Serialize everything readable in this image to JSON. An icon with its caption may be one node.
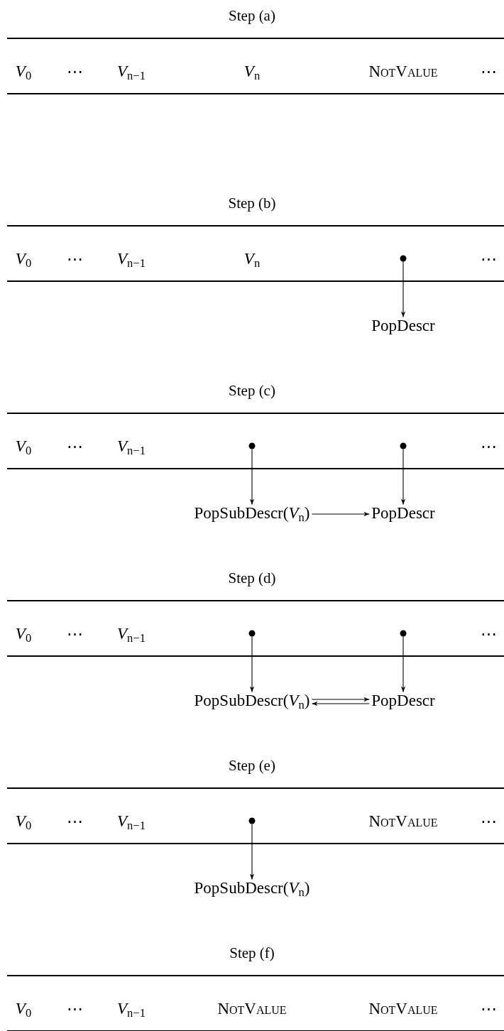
{
  "diagram": {
    "nodes": [
      {
        "text": [],
        "shape": "circle"
      },
      {
        "text": [
          "PopDescr"
        ]
      },
      {
        "text": [],
        "shape": "circle"
      },
      {
        "text": [],
        "shape": "circle"
      },
      {
        "text": [
          "PopSubDescr(*V*$_{n}$)"
        ]
      },
      {
        "text": [
          "PopDescr"
        ]
      },
      {
        "text": [],
        "shape": "circle"
      },
      {
        "text": [],
        "shape": "circle"
      },
      {
        "text": [
          "PopSubDescr(*V*$_{n}$)"
        ]
      },
      {
        "text": [
          "PopDescr"
        ]
      },
      {
        "text": [],
        "shape": "circle"
      },
      {
        "text": [
          "PopSubDescr(*V*$_{n}$)"
        ]
      }
    ],
    "edges": [
      {
        "from": 0,
        "to": 1,
        "arrow": "to"
      },
      {
        "from": 2,
        "to": 4,
        "arrow": "to"
      },
      {
        "from": 3,
        "to": 5,
        "arrow": "to"
      },
      {
        "from": 4,
        "to": 5,
        "arrow": "to"
      },
      {
        "from": 6,
        "to": 8,
        "arrow": "to"
      },
      {
        "from": 7,
        "to": 9,
        "arrow": "to"
      },
      {
        "from": 8,
        "to": 9,
        "arrow": "to"
      },
      {
        "from": 9,
        "to": 8,
        "arrow": "to"
      },
      {
        "from": 10,
        "to": 11,
        "arrow": "to"
      }
    ],
    "labels": [
      "Step (a)",
      "*V*$_{0}$",
      "⋯",
      "*V*$_{n−1}$",
      "*V*$_{n}$",
      "NotValue",
      "⋯",
      "Step (b)",
      "*V*$_{0}$",
      "⋯",
      "*V*$_{n−1}$",
      "*V*$_{n}$",
      "⋯",
      "Step (c)",
      "*V*$_{0}$",
      "⋯",
      "*V*$_{n−1}$",
      "⋯",
      "Step (d)",
      "*V*$_{0}$",
      "⋯",
      "*V*$_{n−1}$",
      "⋯",
      "Step (e)",
      "*V*$_{0}$",
      "⋯",
      "*V*$_{n−1}$",
      "NotValue",
      "⋯",
      "Step (f)",
      "*V*$_{0}$",
      "⋯",
      "*V*$_{n−1}$",
      "NotValue",
      "NotValue",
      "⋯"
    ]
  }
}
